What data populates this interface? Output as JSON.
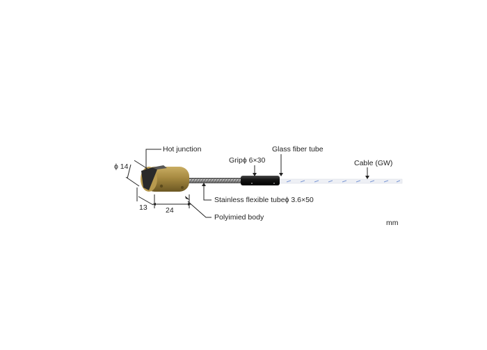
{
  "diagram": {
    "labels": {
      "hot_junction": "Hot junction",
      "glass_fiber_tube": "Glass fiber tube",
      "grip": "Gripϕ 6×30",
      "cable": "Cable (GW)",
      "stainless_tube": "Stainless flexible tubeϕ 3.6×50",
      "body": "Polyimied body",
      "unit": "mm"
    },
    "dimensions": {
      "diameter": "ϕ 14",
      "tip_length": "13",
      "body_length": "24"
    },
    "colors": {
      "body": "#a0843a",
      "body_dark": "#6e5a24",
      "grip": "#1a1a1a",
      "tube": "#9a9a9a",
      "cable": "#eceef4",
      "cable_stripe": "#6f8fd0"
    }
  }
}
